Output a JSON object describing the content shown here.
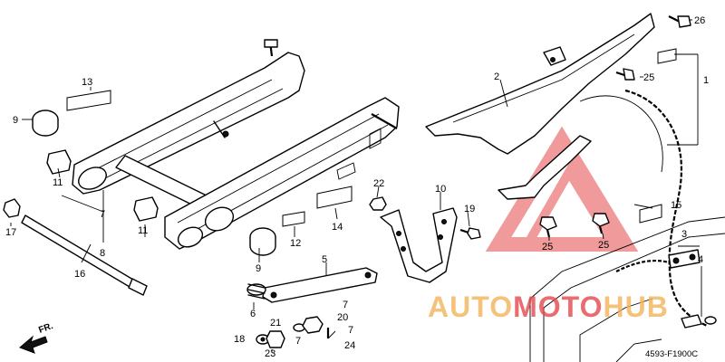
{
  "diagram": {
    "code": "4593-F1900C",
    "direction_label": "FR.",
    "watermark": {
      "word_a": "AUTO",
      "word_b": "MOTO",
      "word_c": "HUB",
      "color_a": "#f2b45a",
      "color_b": "#e5484d",
      "color_c": "#f2b45a"
    },
    "callouts": {
      "c1": "1",
      "c2": "2",
      "c3": "3",
      "c4": "4",
      "c5": "5",
      "c6": "6",
      "c7a": "7",
      "c7b": "7",
      "c7c": "7",
      "c7d": "7",
      "c8": "8",
      "c9a": "9",
      "c9b": "9",
      "c10": "10",
      "c11a": "11",
      "c11b": "11",
      "c12": "12",
      "c13": "13",
      "c14": "14",
      "c15": "15",
      "c16": "16",
      "c17": "17",
      "c18": "18",
      "c19": "19",
      "c20": "20",
      "c21": "21",
      "c22": "22",
      "c23": "23",
      "c24": "24",
      "c25a": "25",
      "c25b": "25",
      "c25c": "25",
      "c26": "26"
    }
  }
}
